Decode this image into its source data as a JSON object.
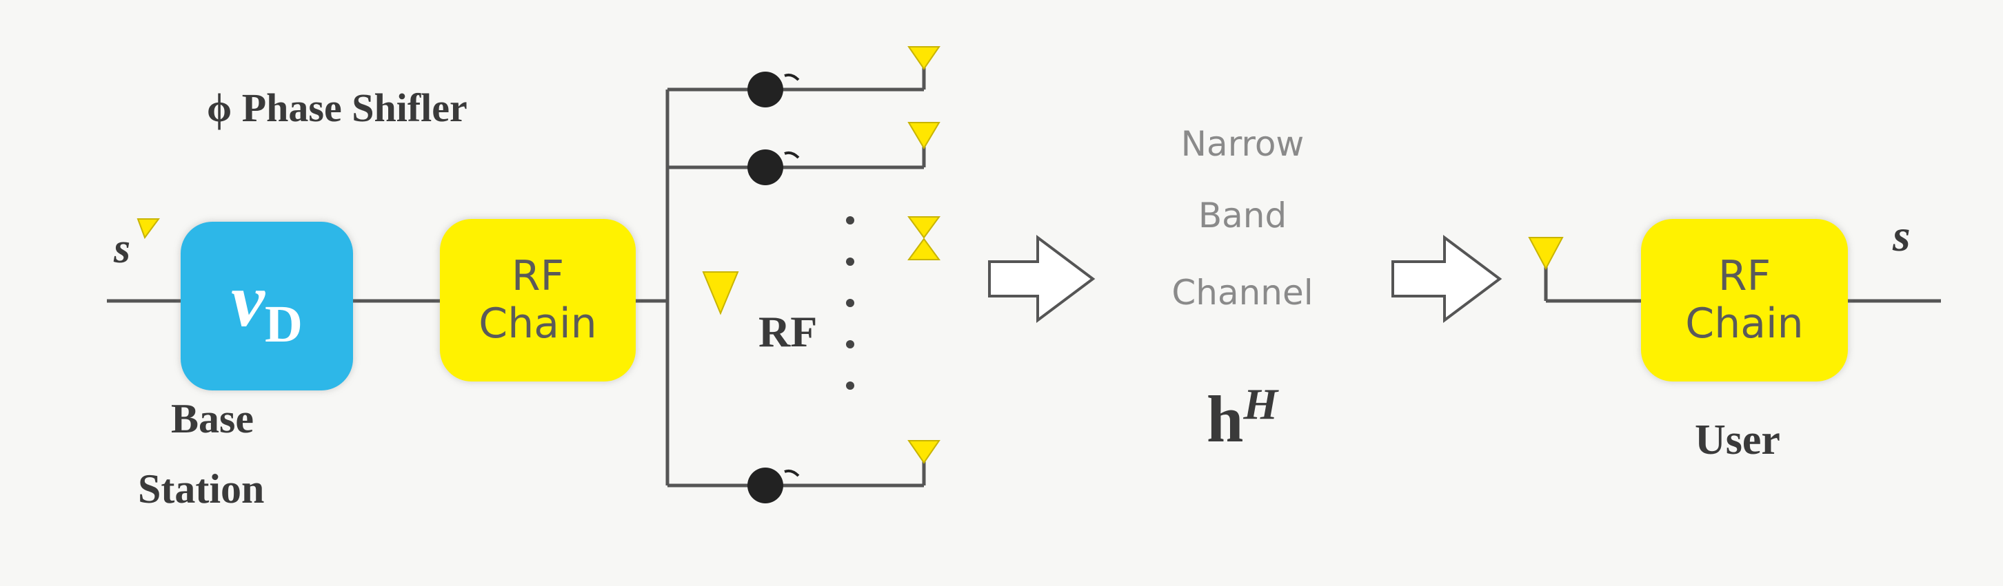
{
  "title": "ϕ Phase Shifler",
  "input_symbol": "s",
  "output_symbol": "s",
  "base_station": {
    "block_symbol": "v",
    "block_subscript": "D",
    "label_line1": "Base",
    "label_line2": "Station"
  },
  "tx_rf_chain": {
    "line1": "RF",
    "line2": "Chain"
  },
  "rf_label": "RF",
  "channel": {
    "line1": "Narrow",
    "line2": "Band",
    "line3": "Channel",
    "symbol": "h",
    "superscript": "H"
  },
  "user": {
    "rf_chain_line1": "RF",
    "rf_chain_line2": "Chain",
    "label": "User"
  },
  "colors": {
    "baseband_block": "#2db7e8",
    "rf_block": "#fff200",
    "antenna": "#ffe600",
    "line": "#555555",
    "arrow": "#555555"
  }
}
